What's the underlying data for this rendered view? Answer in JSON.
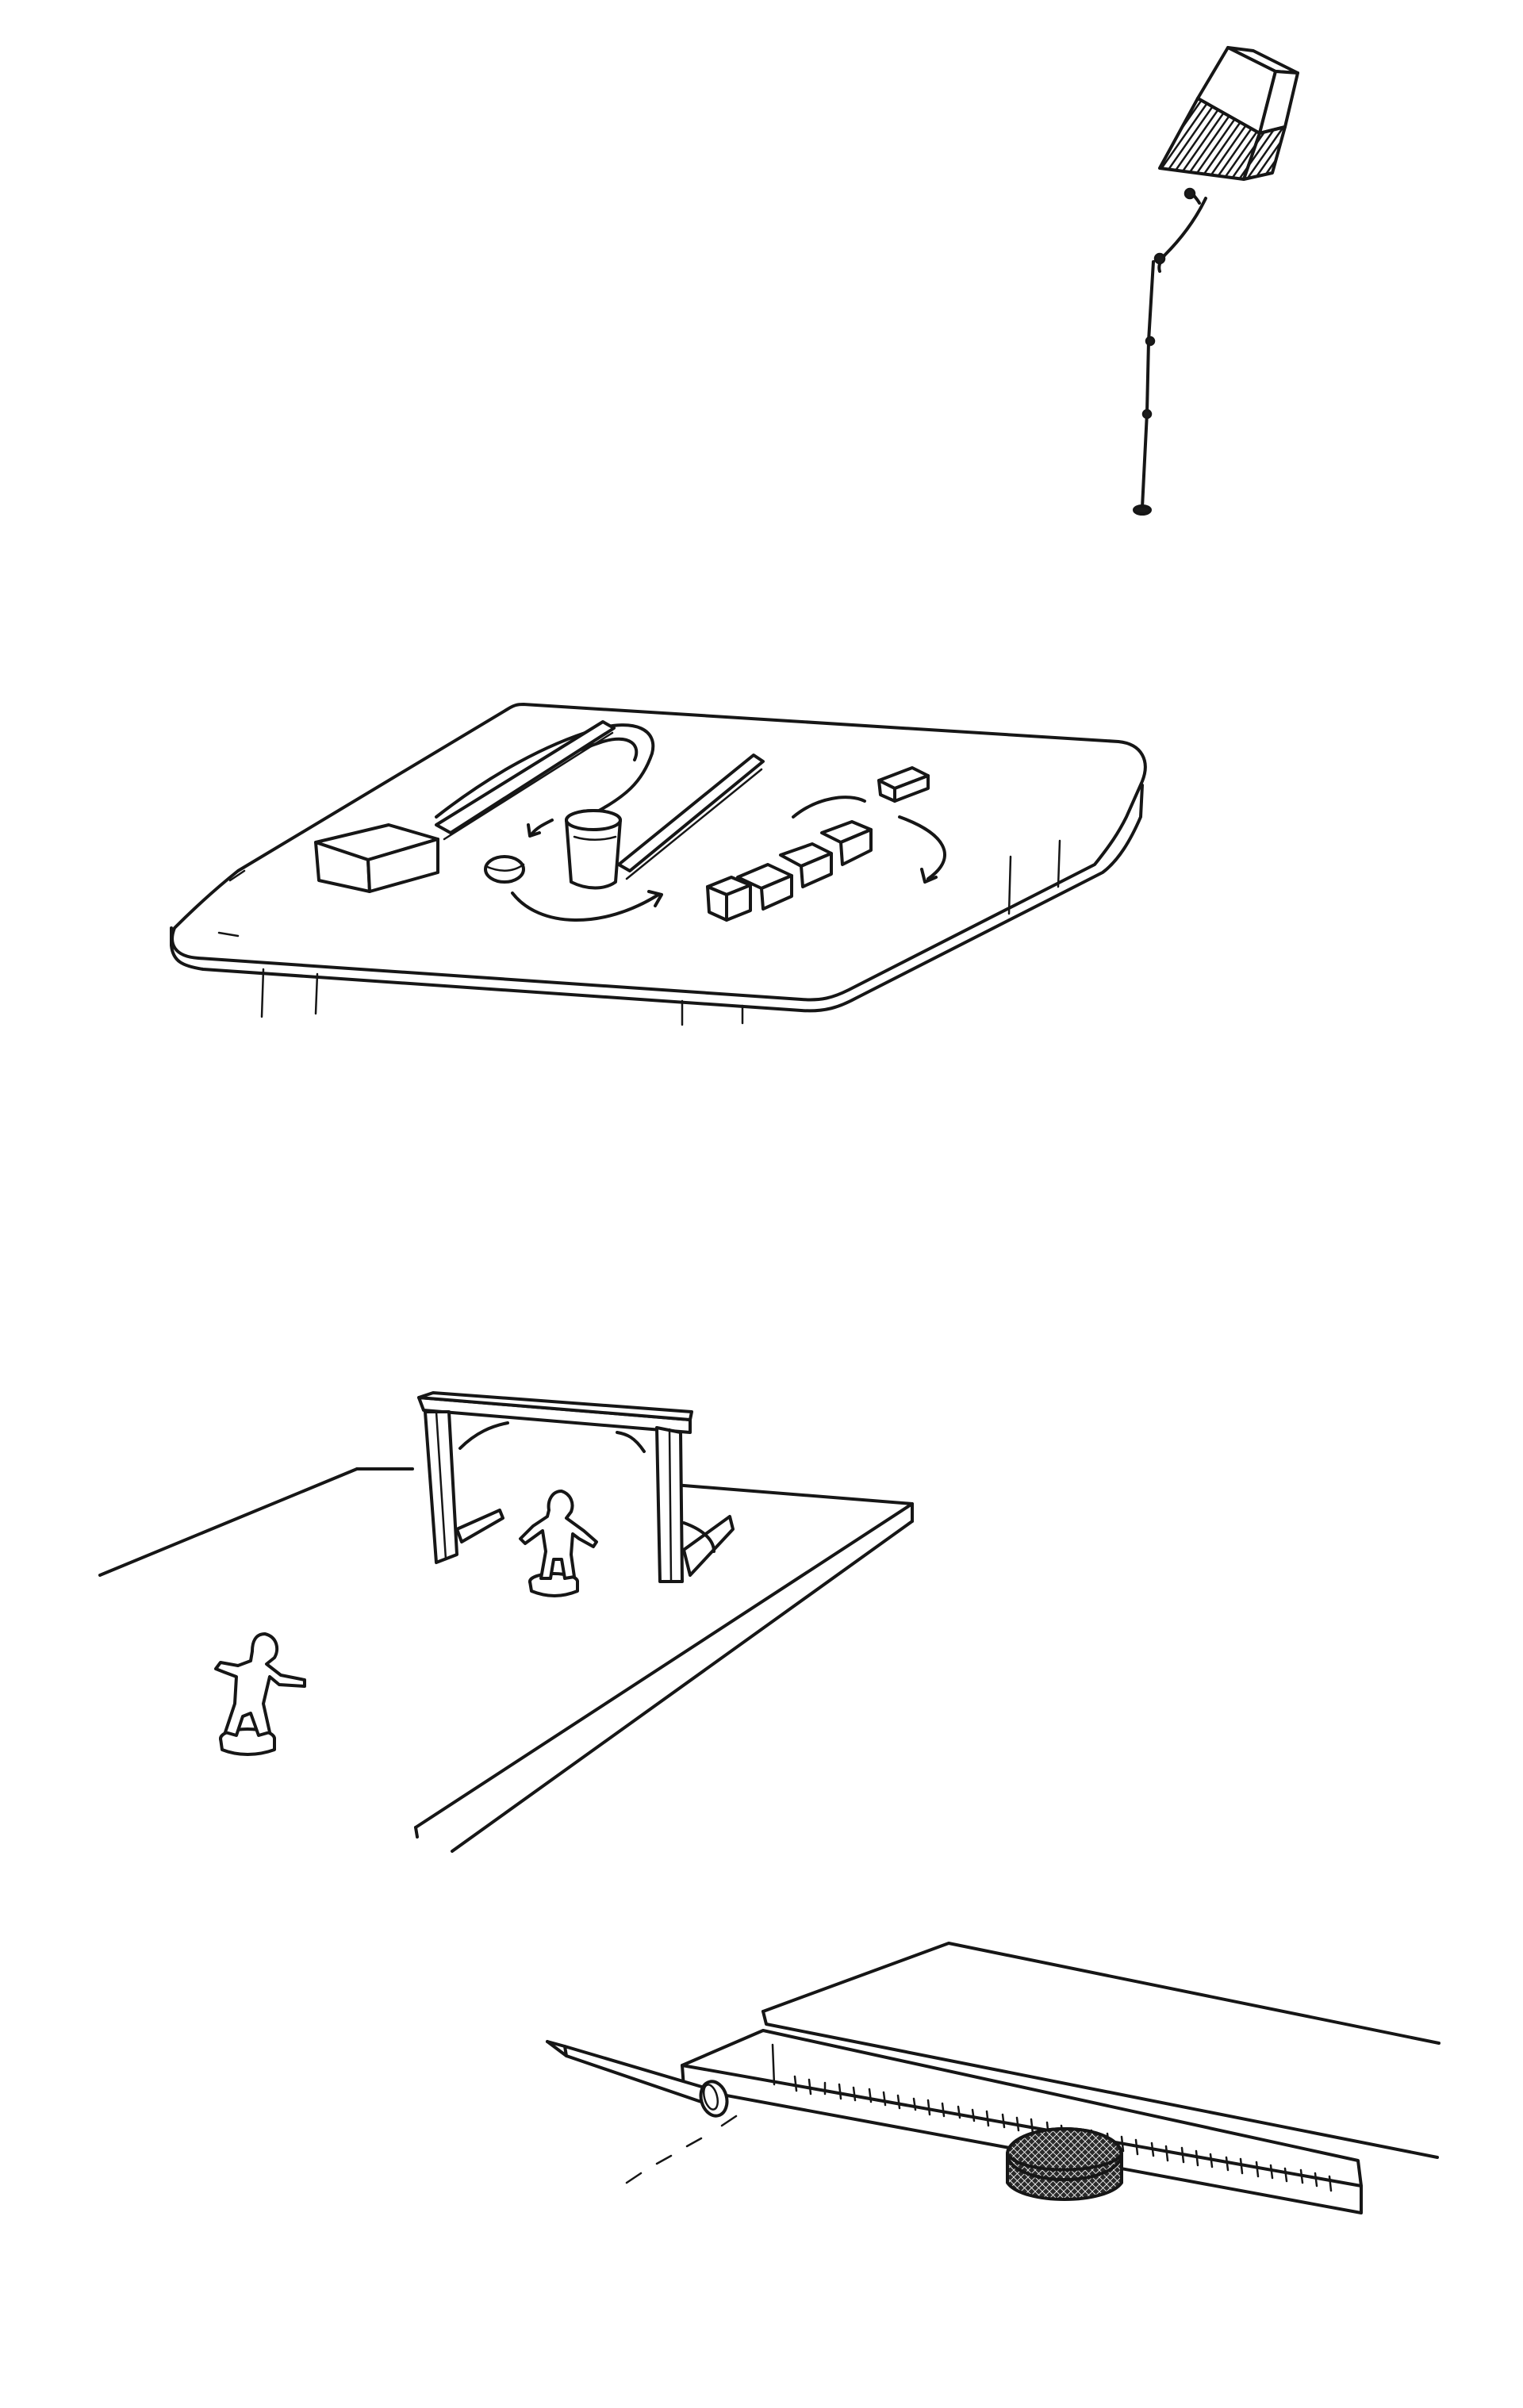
{
  "page": {
    "background": "#ffffff",
    "ink_color": "#161616"
  },
  "illustrations": [
    {
      "id": "hanging-eraser",
      "icon": "eraser-pendulum-icon"
    },
    {
      "id": "tabletop-domino-track",
      "icon": "table-track-icon"
    },
    {
      "id": "figurines-and-arch",
      "icon": "figurine-arch-icon"
    },
    {
      "id": "ruler-nail-puck",
      "icon": "ruler-nail-icon"
    }
  ]
}
